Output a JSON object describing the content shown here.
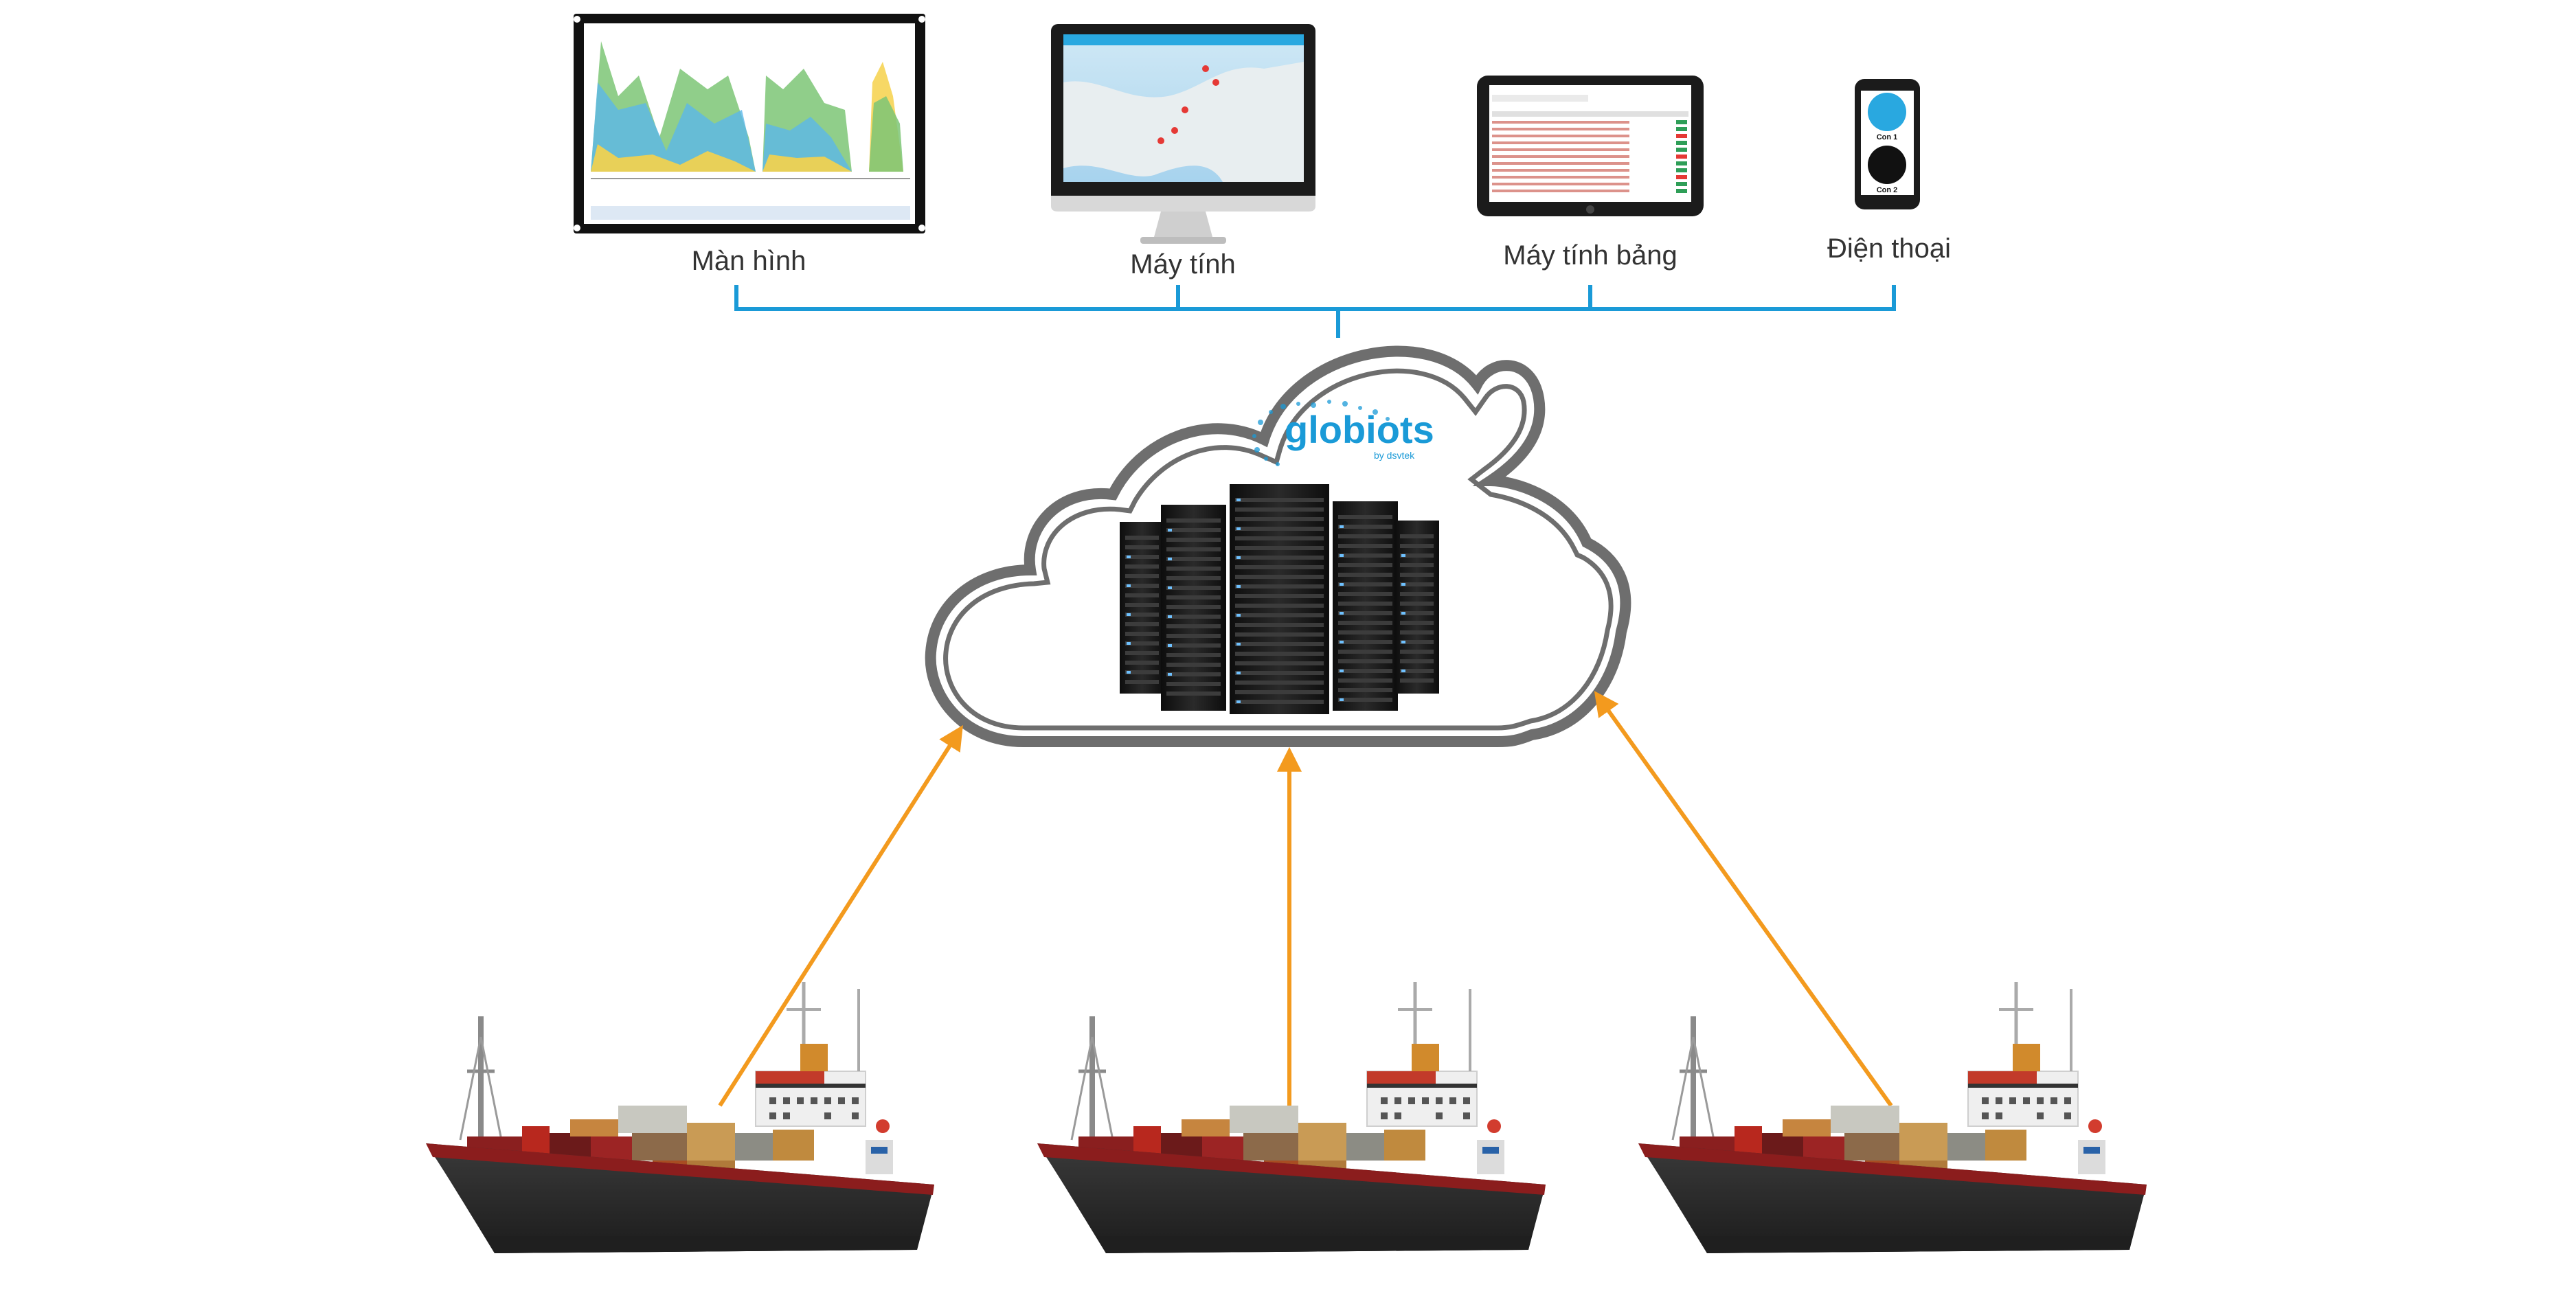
{
  "devices": {
    "monitor_label": "Màn hình",
    "computer_label": "Máy tính",
    "tablet_label": "Máy tính bảng",
    "phone_label": "Điện thoại",
    "phone_buttons": [
      "Con 1",
      "Con 2"
    ]
  },
  "cloud": {
    "brand": "globiots",
    "brand_sub": "by dsvtek"
  },
  "colors": {
    "connector": "#1a9ad7",
    "arrow": "#f39a1e",
    "cloud_outline": "#707070"
  },
  "ship_count": 3
}
